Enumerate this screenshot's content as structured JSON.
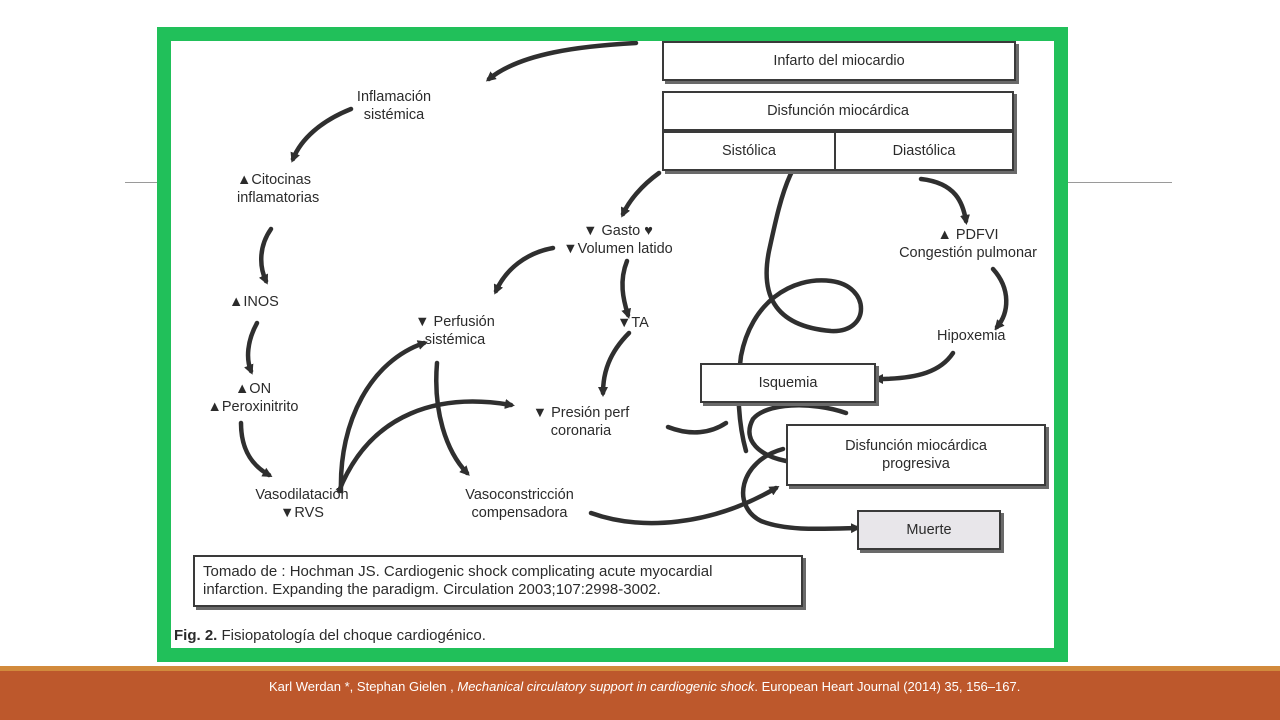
{
  "figure": {
    "boxes": {
      "infarto": "Infarto del miocardio",
      "disfuncion": "Disfunción miocárdica",
      "sistolica": "Sistólica",
      "diastolica": "Diastólica",
      "isquemia": "Isquemia",
      "disfuncion_progresiva_1": "Disfunción miocárdica",
      "disfuncion_progresiva_2": "progresiva",
      "muerte": "Muerte"
    },
    "nodes": {
      "inflamacion_1": "Inflamación",
      "inflamacion_2": "sistémica",
      "citocinas_1": "▲Citocinas",
      "citocinas_2": "inflamatorias",
      "inos": "▲INOS",
      "on": "▲ON",
      "peroxinitrito": "▲Peroxinitrito",
      "vasodilatacion_1": "Vasodilatación",
      "vasodilatacion_2": "▼RVS",
      "vasoconstriccion_1": "Vasoconstricción",
      "vasoconstriccion_2": "compensadora",
      "perfusion_1": "▼ Perfusión",
      "perfusion_2": "sistémica",
      "gasto": "▼ Gasto ♥",
      "volumen": "▼Volumen latido",
      "ta": "▼TA",
      "presion_1": "▼ Presión perf",
      "presion_2": "coronaria",
      "pdfvi": "▲ PDFVI",
      "congestion": "Congestión pulmonar",
      "hipoxemia": "Hipoxemia"
    },
    "reference_1": "Tomado de : Hochman JS. Cardiogenic shock complicating acute myocardial",
    "reference_2": "infarction. Expanding the paradigm. Circulation 2003;107:2998-3002.",
    "caption_label": "Fig. 2.",
    "caption_text": " Fisiopatología del choque cardiogénico."
  },
  "footer": {
    "authors": "Karl Werdan *, Stephan Gielen , ",
    "title": "Mechanical circulatory support in cardiogenic shock",
    "journal": ". European Heart Journal (2014) 35, 156–167."
  },
  "colors": {
    "frame": "#21c05a",
    "footer_bar": "#bd582c",
    "footer_accent": "#d28a3c",
    "ink": "#2b2b2b",
    "muerte_fill": "#e8e6ea"
  }
}
